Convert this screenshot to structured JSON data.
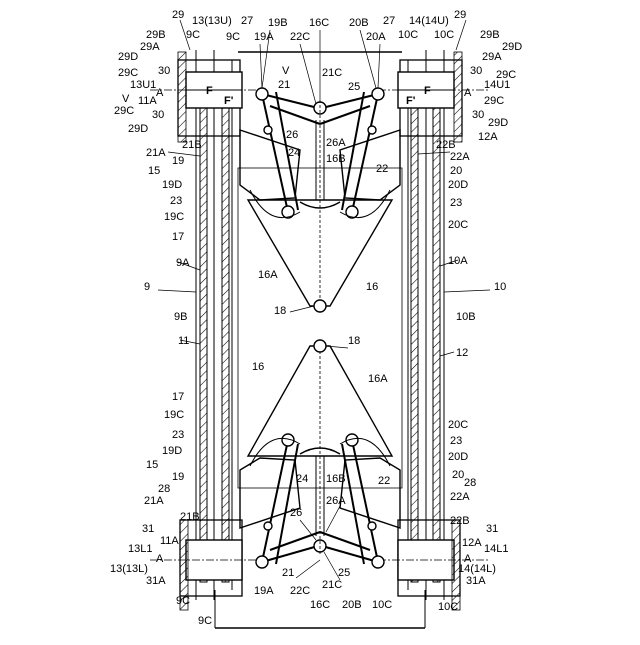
{
  "labels": [
    {
      "id": "l-29-tl",
      "t": "29"
    },
    {
      "id": "l-13-13u",
      "t": "13(13U)"
    },
    {
      "id": "l-27-l",
      "t": "27"
    },
    {
      "id": "l-19b-t",
      "t": "19B"
    },
    {
      "id": "l-16c-t",
      "t": "16C"
    },
    {
      "id": "l-20b-t",
      "t": "20B"
    },
    {
      "id": "l-27-r",
      "t": "27"
    },
    {
      "id": "l-14-14u",
      "t": "14(14U)"
    },
    {
      "id": "l-29-tr",
      "t": "29"
    },
    {
      "id": "l-29b-tl",
      "t": "29B"
    },
    {
      "id": "l-9c-t1",
      "t": "9C"
    },
    {
      "id": "l-9c-t2",
      "t": "9C"
    },
    {
      "id": "l-19a-t",
      "t": "19A"
    },
    {
      "id": "l-22c-t",
      "t": "22C"
    },
    {
      "id": "l-20a-t",
      "t": "20A"
    },
    {
      "id": "l-10c-t1",
      "t": "10C"
    },
    {
      "id": "l-10c-t2",
      "t": "10C"
    },
    {
      "id": "l-29b-tr",
      "t": "29B"
    },
    {
      "id": "l-29a-tl",
      "t": "29A"
    },
    {
      "id": "l-29d-tl",
      "t": "29D"
    },
    {
      "id": "l-29d-tr",
      "t": "29D"
    },
    {
      "id": "l-29a-tr",
      "t": "29A"
    },
    {
      "id": "l-13u1",
      "t": "13U1"
    },
    {
      "id": "l-29c-tl1",
      "t": "29C"
    },
    {
      "id": "l-30-tl1",
      "t": "30"
    },
    {
      "id": "l-30-tr1",
      "t": "30"
    },
    {
      "id": "l-29c-tr1",
      "t": "29C"
    },
    {
      "id": "l-14u1",
      "t": "14U1"
    },
    {
      "id": "l-a-tl",
      "t": "A"
    },
    {
      "id": "l-a-tr",
      "t": "A"
    },
    {
      "id": "l-v-l",
      "t": "V"
    },
    {
      "id": "l-v-r",
      "t": "V"
    },
    {
      "id": "l-11a-t",
      "t": "11A"
    },
    {
      "id": "l-29c-tl2",
      "t": "29C"
    },
    {
      "id": "l-29c-tr2",
      "t": "29C"
    },
    {
      "id": "l-30-tl2",
      "t": "30"
    },
    {
      "id": "l-30-tr2",
      "t": "30"
    },
    {
      "id": "l-29d-tl2",
      "t": "29D"
    },
    {
      "id": "l-29d-tr2",
      "t": "29D"
    },
    {
      "id": "l-12a-t",
      "t": "12A"
    },
    {
      "id": "l-21-t",
      "t": "21"
    },
    {
      "id": "l-21c-t",
      "t": "21C"
    },
    {
      "id": "l-25-t",
      "t": "25"
    },
    {
      "id": "l-26-t",
      "t": "26"
    },
    {
      "id": "l-26a-t",
      "t": "26A"
    },
    {
      "id": "l-24-t",
      "t": "24"
    },
    {
      "id": "l-21b-t",
      "t": "21B"
    },
    {
      "id": "l-22b-t",
      "t": "22B"
    },
    {
      "id": "l-21a-t",
      "t": "21A"
    },
    {
      "id": "l-22a-t",
      "t": "22A"
    },
    {
      "id": "l-16b-t",
      "t": "16B"
    },
    {
      "id": "l-19-t",
      "t": "19"
    },
    {
      "id": "l-22-t",
      "t": "22"
    },
    {
      "id": "l-20-t",
      "t": "20"
    },
    {
      "id": "l-15-t",
      "t": "15"
    },
    {
      "id": "l-20d-t",
      "t": "20D"
    },
    {
      "id": "l-19d-t",
      "t": "19D"
    },
    {
      "id": "l-23-tl",
      "t": "23"
    },
    {
      "id": "l-23-tr",
      "t": "23"
    },
    {
      "id": "l-19c-t",
      "t": "19C"
    },
    {
      "id": "l-20c-t",
      "t": "20C"
    },
    {
      "id": "l-17-t",
      "t": "17"
    },
    {
      "id": "l-9a",
      "t": "9A"
    },
    {
      "id": "l-10a",
      "t": "10A"
    },
    {
      "id": "l-16a-t",
      "t": "16A"
    },
    {
      "id": "l-16-t",
      "t": "16"
    },
    {
      "id": "l-9",
      "t": "9"
    },
    {
      "id": "l-10",
      "t": "10"
    },
    {
      "id": "l-18-t",
      "t": "18"
    },
    {
      "id": "l-9b",
      "t": "9B"
    },
    {
      "id": "l-10b",
      "t": "10B"
    },
    {
      "id": "l-11",
      "t": "11"
    },
    {
      "id": "l-12",
      "t": "12"
    },
    {
      "id": "l-18-b",
      "t": "18"
    },
    {
      "id": "l-16-b",
      "t": "16"
    },
    {
      "id": "l-16a-b",
      "t": "16A"
    },
    {
      "id": "l-17-b",
      "t": "17"
    },
    {
      "id": "l-19c-b",
      "t": "19C"
    },
    {
      "id": "l-20c-b",
      "t": "20C"
    },
    {
      "id": "l-23-bl",
      "t": "23"
    },
    {
      "id": "l-23-br",
      "t": "23"
    },
    {
      "id": "l-19d-b",
      "t": "19D"
    },
    {
      "id": "l-20d-b",
      "t": "20D"
    },
    {
      "id": "l-15-b",
      "t": "15"
    },
    {
      "id": "l-16b-b",
      "t": "16B"
    },
    {
      "id": "l-20-b",
      "t": "20"
    },
    {
      "id": "l-19-b",
      "t": "19"
    },
    {
      "id": "l-28-bl",
      "t": "28"
    },
    {
      "id": "l-28-br",
      "t": "28"
    },
    {
      "id": "l-24-b",
      "t": "24"
    },
    {
      "id": "l-22-b",
      "t": "22"
    },
    {
      "id": "l-21a-b",
      "t": "21A"
    },
    {
      "id": "l-26a-b",
      "t": "26A"
    },
    {
      "id": "l-22a-b",
      "t": "22A"
    },
    {
      "id": "l-21b-b",
      "t": "21B"
    },
    {
      "id": "l-26-b",
      "t": "26"
    },
    {
      "id": "l-22b-b",
      "t": "22B"
    },
    {
      "id": "l-31-bl",
      "t": "31"
    },
    {
      "id": "l-31-br",
      "t": "31"
    },
    {
      "id": "l-11a-b",
      "t": "11A"
    },
    {
      "id": "l-12a-b",
      "t": "12A"
    },
    {
      "id": "l-13l1",
      "t": "13L1"
    },
    {
      "id": "l-14l1",
      "t": "14L1"
    },
    {
      "id": "l-a-bl",
      "t": "A"
    },
    {
      "id": "l-a-br",
      "t": "A"
    },
    {
      "id": "l-13-13l",
      "t": "13(13L)"
    },
    {
      "id": "l-14-14l",
      "t": "14(14L)"
    },
    {
      "id": "l-31a-bl",
      "t": "31A"
    },
    {
      "id": "l-31a-br",
      "t": "31A"
    },
    {
      "id": "l-21-b",
      "t": "21"
    },
    {
      "id": "l-25-b",
      "t": "25"
    },
    {
      "id": "l-9c-b1",
      "t": "9C"
    },
    {
      "id": "l-19a-b",
      "t": "19A"
    },
    {
      "id": "l-22c-b",
      "t": "22C"
    },
    {
      "id": "l-16c-b",
      "t": "16C"
    },
    {
      "id": "l-21c-b",
      "t": "21C"
    },
    {
      "id": "l-20b-b",
      "t": "20B"
    },
    {
      "id": "l-10c-b1",
      "t": "10C"
    },
    {
      "id": "l-10c-b2",
      "t": "10C"
    },
    {
      "id": "l-9c-b2",
      "t": "9C"
    },
    {
      "id": "l-f-tl",
      "t": "F"
    },
    {
      "id": "l-fp-tl",
      "t": "F'"
    },
    {
      "id": "l-f-tr",
      "t": "F"
    },
    {
      "id": "l-fp-tr",
      "t": "F'"
    }
  ]
}
